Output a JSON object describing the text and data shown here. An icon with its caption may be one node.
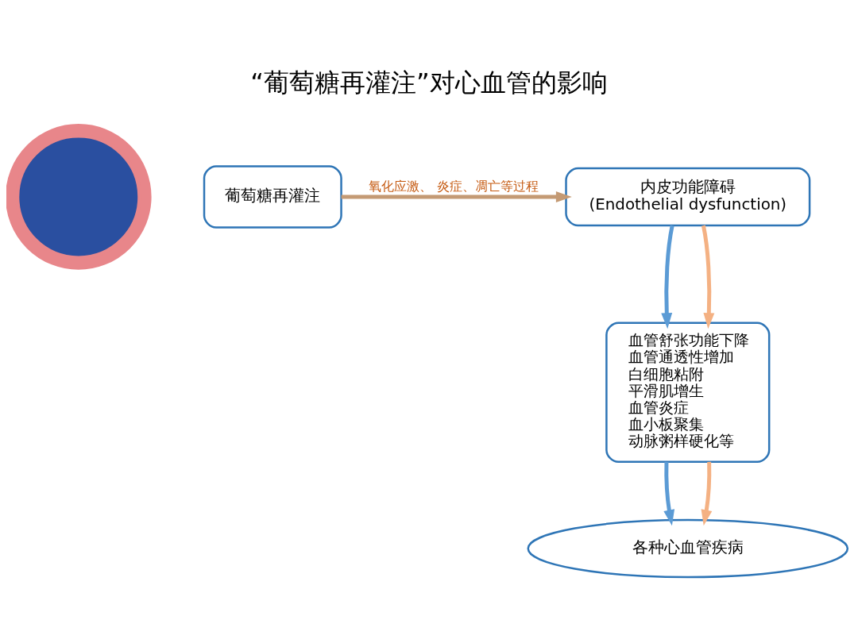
{
  "diagram": {
    "title": "“葡萄糖再灌注”对心血管的影响",
    "nodes": [
      {
        "text": [],
        "shape": "picture"
      },
      {
        "text": [
          "内皮功能障碍",
          "(Endothelial dysfunction)"
        ]
      },
      {
        "text": [
          "葡萄糖再灌注"
        ]
      },
      {
        "text": [
          "血管舒张功能下降",
          "血管通透性增加",
          "白细胞粘附",
          "平滑肌增生",
          "血管炎症",
          "血小板聚集",
          "动脉粥样硬化等"
        ]
      },
      {
        "text": [
          "各种心血管疾病"
        ]
      }
    ],
    "edges": [
      {
        "from": 2,
        "to": 1,
        "arrow": "to",
        "label": "氧化应激、 炎症、凋亡等过程",
        "color": "#c49a74"
      },
      {
        "from": 1,
        "to": 3,
        "arrow": "to",
        "color": "#5b9bd5"
      },
      {
        "from": 1,
        "to": 3,
        "arrow": "to",
        "color": "#f4b183"
      },
      {
        "from": 3,
        "to": 4,
        "arrow": "to",
        "color": "#5b9bd5"
      },
      {
        "from": 3,
        "to": 4,
        "arrow": "to",
        "color": "#f4b183"
      }
    ]
  }
}
